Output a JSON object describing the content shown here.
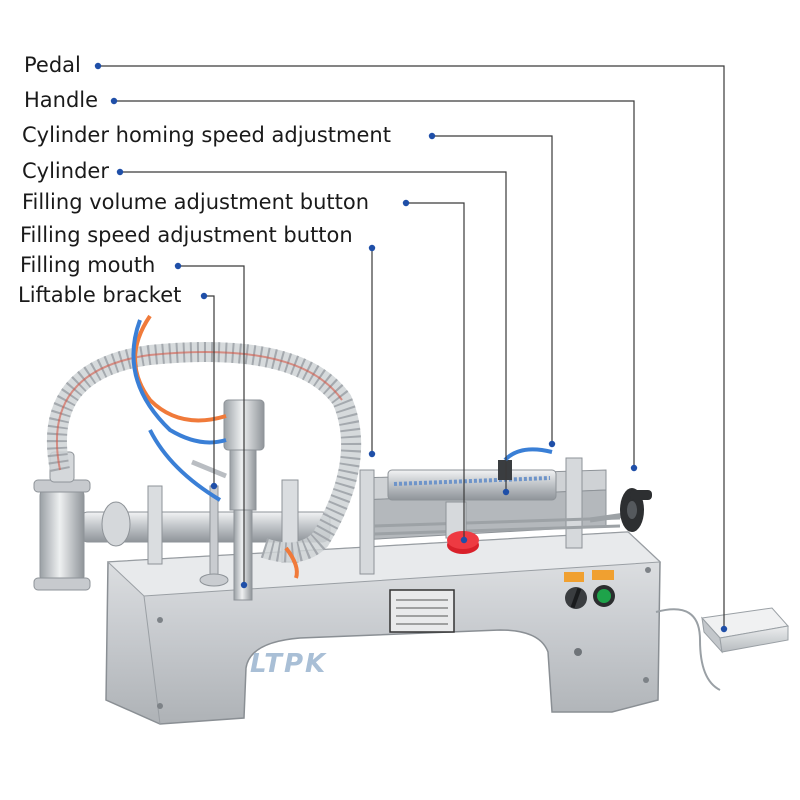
{
  "labels": {
    "pedal": "Pedal",
    "handle": "Handle",
    "cylinder_homing_speed": "Cylinder homing speed adjustment",
    "cylinder": "Cylinder",
    "filling_volume_button": "Filling volume adjustment button",
    "filling_speed_button": "Filling speed adjustment button",
    "filling_mouth": "Filling mouth",
    "liftable_bracket": "Liftable bracket"
  },
  "brand_watermark": "LTPK",
  "colors": {
    "leader_line": "#3a3a3a",
    "leader_dot": "#1f4fa8",
    "steel_light": "#d9dcdf",
    "steel_mid": "#b9bdc2",
    "steel_dark": "#8e9398",
    "hose_orange": "#f07a3a",
    "hose_blue": "#3a7fd6",
    "button_red": "#d9202a",
    "button_green": "#1ea34a",
    "label_orange": "#f0a030"
  }
}
